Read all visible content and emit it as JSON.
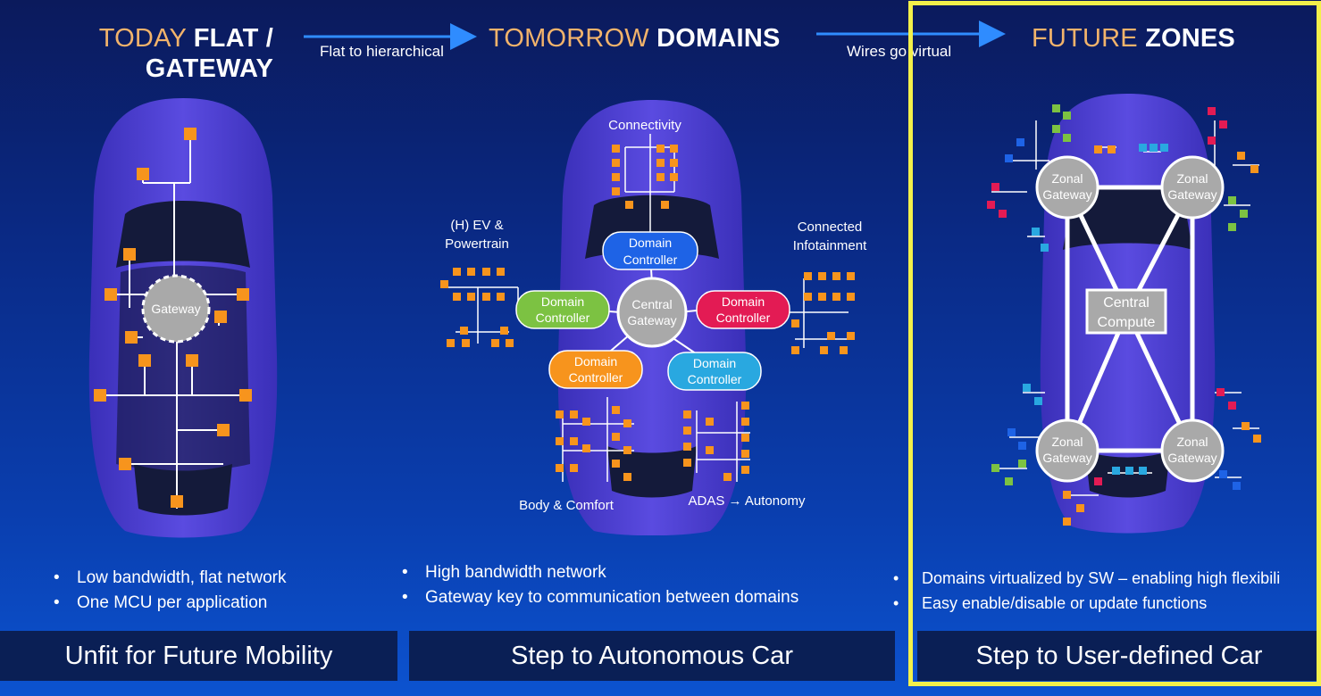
{
  "sections": {
    "today": {
      "title_accent": "TODAY",
      "title_bold_1": "FLAT /",
      "title_bold_2": "GATEWAY",
      "node_label": "Gateway",
      "bullets": [
        "Low bandwidth, flat network",
        "One MCU per application"
      ],
      "footer": "Unfit for Future Mobility"
    },
    "tomorrow": {
      "title_accent": "TOMORROW",
      "title_bold": "DOMAINS",
      "labels": {
        "connectivity": "Connectivity",
        "ev_line1": "(H) EV &",
        "ev_line2": "Powertrain",
        "infotainment_line1": "Connected",
        "infotainment_line2": "Infotainment",
        "body": "Body & Comfort",
        "adas": "ADAS → Autonomy",
        "central_line1": "Central",
        "central_line2": "Gateway",
        "dc_line1": "Domain",
        "dc_line2": "Controller"
      },
      "bullets": [
        "High bandwidth network",
        "Gateway key to communication between domains"
      ],
      "footer": "Step to Autonomous Car"
    },
    "future": {
      "title_accent": "FUTURE",
      "title_bold": "ZONES",
      "zonal_line1": "Zonal",
      "zonal_line2": "Gateway",
      "compute_line1": "Central",
      "compute_line2": "Compute",
      "bullets": [
        "Domains virtualized by SW – enabling high flexibili",
        "Easy enable/disable or update functions"
      ],
      "footer": "Step to User-defined Car"
    }
  },
  "transitions": {
    "first": "Flat to hierarchical",
    "second": "Wires go virtual"
  },
  "colors": {
    "accent_title": "#f2b36b",
    "ecu_orange": "#f7941d",
    "dc_blue": "#1e63e6",
    "dc_green": "#7cc242",
    "dc_red": "#e31b54",
    "dc_orange": "#f7941d",
    "dc_cyan": "#29a8e0",
    "highlight": "#f3f04a",
    "footer_bar": "#0a1f55"
  }
}
